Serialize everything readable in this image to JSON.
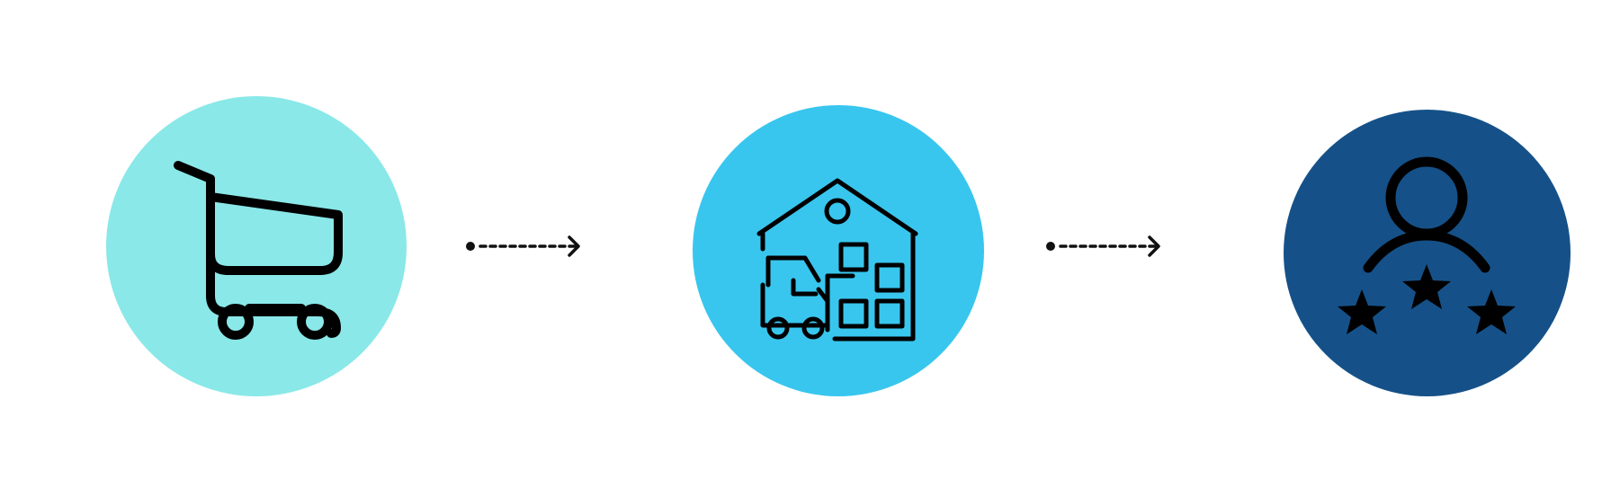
{
  "flow": {
    "steps": [
      {
        "id": "purchase",
        "icon": "shopping-cart-icon",
        "circle_color": "#8AE8E8"
      },
      {
        "id": "warehouse",
        "icon": "warehouse-forklift-icon",
        "circle_color": "#38C6EE"
      },
      {
        "id": "customer-rating",
        "icon": "customer-rating-icon",
        "circle_color": "#155188"
      }
    ],
    "connectors": [
      {
        "style": "dotted-arrow",
        "color": "#111111"
      },
      {
        "style": "dotted-arrow",
        "color": "#111111"
      }
    ],
    "icon_color": "#000000",
    "background": "#FFFFFF"
  }
}
